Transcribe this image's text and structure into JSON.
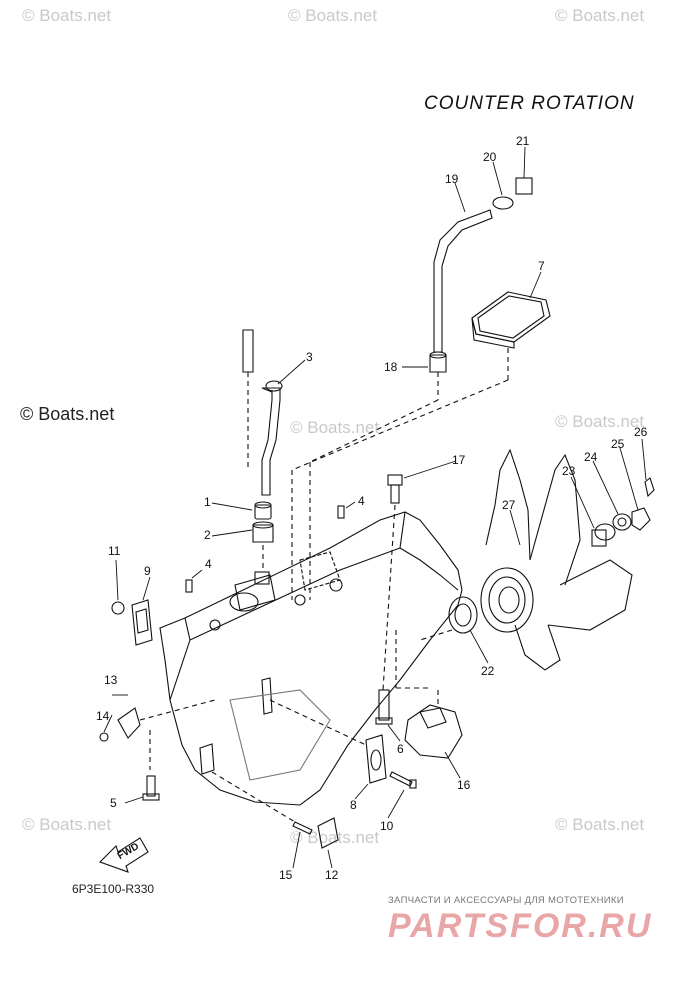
{
  "title": "COUNTER ROTATION",
  "credit": "© Boats.net",
  "watermark": "© Boats.net",
  "diagram_code": "6P3E100-R330",
  "fwd_label": "FWD",
  "shop": {
    "line": "ЗАПЧАСТИ И АКСЕССУАРЫ ДЛЯ МОТОТЕХНИКИ",
    "name": "PARTSFOR.RU"
  },
  "part_numbers": [
    "1",
    "2",
    "3",
    "4",
    "4",
    "5",
    "6",
    "7",
    "8",
    "9",
    "10",
    "11",
    "12",
    "13",
    "14",
    "15",
    "16",
    "17",
    "18",
    "19",
    "20",
    "21",
    "22",
    "23",
    "24",
    "25",
    "26",
    "27"
  ],
  "colors": {
    "line": "#111111",
    "watermark": "#c9c9c9",
    "shop": "#e8a6a6"
  }
}
